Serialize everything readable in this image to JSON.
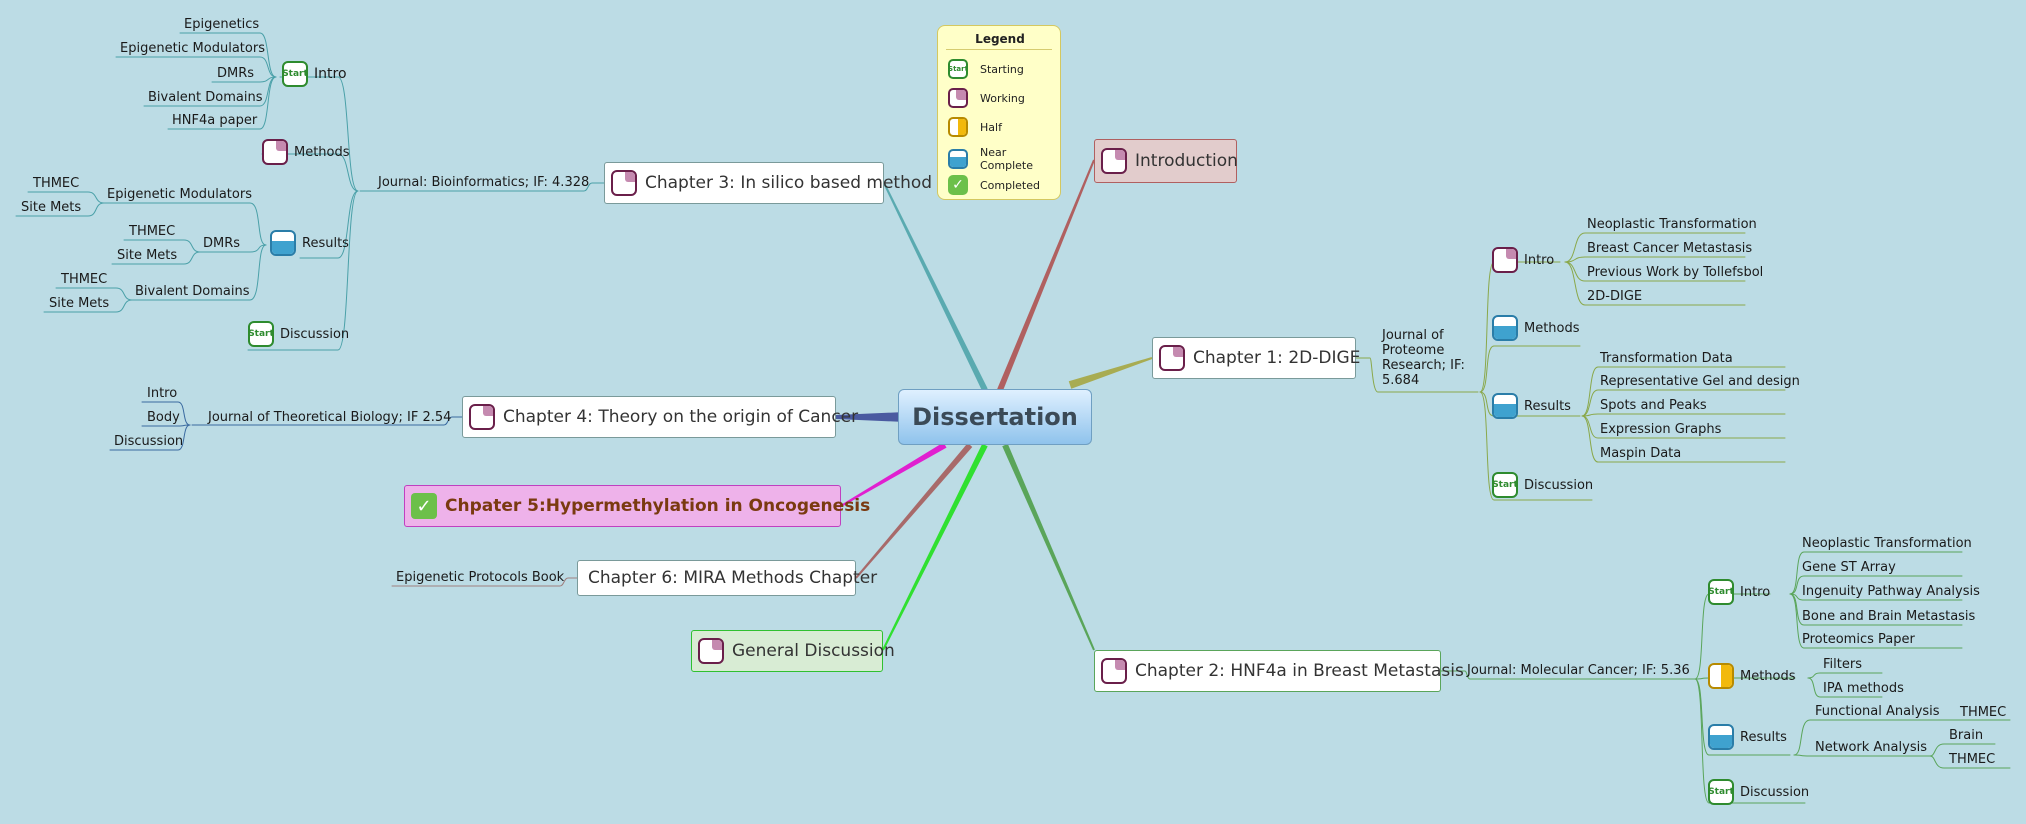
{
  "root": "Dissertation",
  "legend": {
    "title": "Legend",
    "items": [
      {
        "status": "start",
        "label": "Starting"
      },
      {
        "status": "working",
        "label": "Working"
      },
      {
        "status": "half",
        "label": "Half"
      },
      {
        "status": "near",
        "label": "Near Complete"
      },
      {
        "status": "done",
        "label": "Completed"
      }
    ]
  },
  "icon_text": {
    "start": "Start",
    "done": "✓"
  },
  "colors": {
    "background": "#bcdce5",
    "ch1": "#a8ac52",
    "ch2": "#5aa55a",
    "ch3": "#5aaab0",
    "ch4": "#4a5aa0",
    "ch5": "#e020d0",
    "ch6": "#a86a6a",
    "general": "#30e030",
    "intro": "#b06060",
    "ch5_text": "#7a3a10",
    "ch5_fill": "#eeb2ea",
    "intro_fill": "#e2cccc",
    "general_fill": "#d8ecd4"
  },
  "topics": {
    "intro": "Introduction",
    "ch1": {
      "title": "Chapter 1: 2D-DIGE",
      "journal": [
        "Journal of",
        "Proteome",
        "Research; IF:",
        "5.684"
      ],
      "intro": "Intro",
      "intro_items": [
        "Neoplastic Transformation",
        "Breast Cancer Metastasis",
        "Previous Work by Tollefsbol",
        "2D-DIGE"
      ],
      "methods": "Methods",
      "results": "Results",
      "results_items": [
        "Transformation Data",
        "Representative Gel and design",
        "Spots and Peaks",
        "Expression Graphs",
        "Maspin Data"
      ],
      "discussion": "Discussion"
    },
    "ch2": {
      "title": "Chapter 2: HNF4a in Breast Metastasis",
      "journal": "Journal: Molecular Cancer; IF: 5.36",
      "intro": "Intro",
      "intro_items": [
        "Neoplastic Transformation",
        "Gene ST Array",
        "Ingenuity Pathway Analysis",
        "Bone and Brain Metastasis",
        "Proteomics Paper"
      ],
      "methods": "Methods",
      "methods_items": [
        "Filters",
        "IPA methods"
      ],
      "results": "Results",
      "functional": "Functional Analysis",
      "functional_items": [
        "THMEC"
      ],
      "network": "Network Analysis",
      "network_items": [
        "Brain",
        "THMEC"
      ],
      "discussion": "Discussion"
    },
    "ch3": {
      "title": "Chapter 3: In silico based method",
      "journal": "Journal: Bioinformatics; IF: 4.328",
      "intro": "Intro",
      "intro_items": [
        "Epigenetics",
        "Epigenetic Modulators",
        "DMRs",
        "Bivalent Domains",
        "HNF4a paper"
      ],
      "methods": "Methods",
      "results": "Results",
      "res_mod": "Epigenetic Modulators",
      "res_mod_items": [
        "THMEC",
        "Site Mets"
      ],
      "res_dmr": "DMRs",
      "res_dmr_items": [
        "THMEC",
        "Site Mets"
      ],
      "res_biv": "Bivalent Domains",
      "res_biv_items": [
        "THMEC",
        "Site Mets"
      ],
      "discussion": "Discussion"
    },
    "ch4": {
      "title": "Chapter 4: Theory on the origin of Cancer",
      "journal": "Journal of Theoretical Biology; IF 2.54",
      "items": [
        "Intro",
        "Body",
        "Discussion"
      ]
    },
    "ch5": {
      "title": "Chpater 5:Hypermethylation in Oncogenesis"
    },
    "ch6": {
      "title": "Chapter 6: MIRA Methods Chapter",
      "book": "Epigenetic Protocols Book"
    },
    "general": "General Discussion"
  }
}
